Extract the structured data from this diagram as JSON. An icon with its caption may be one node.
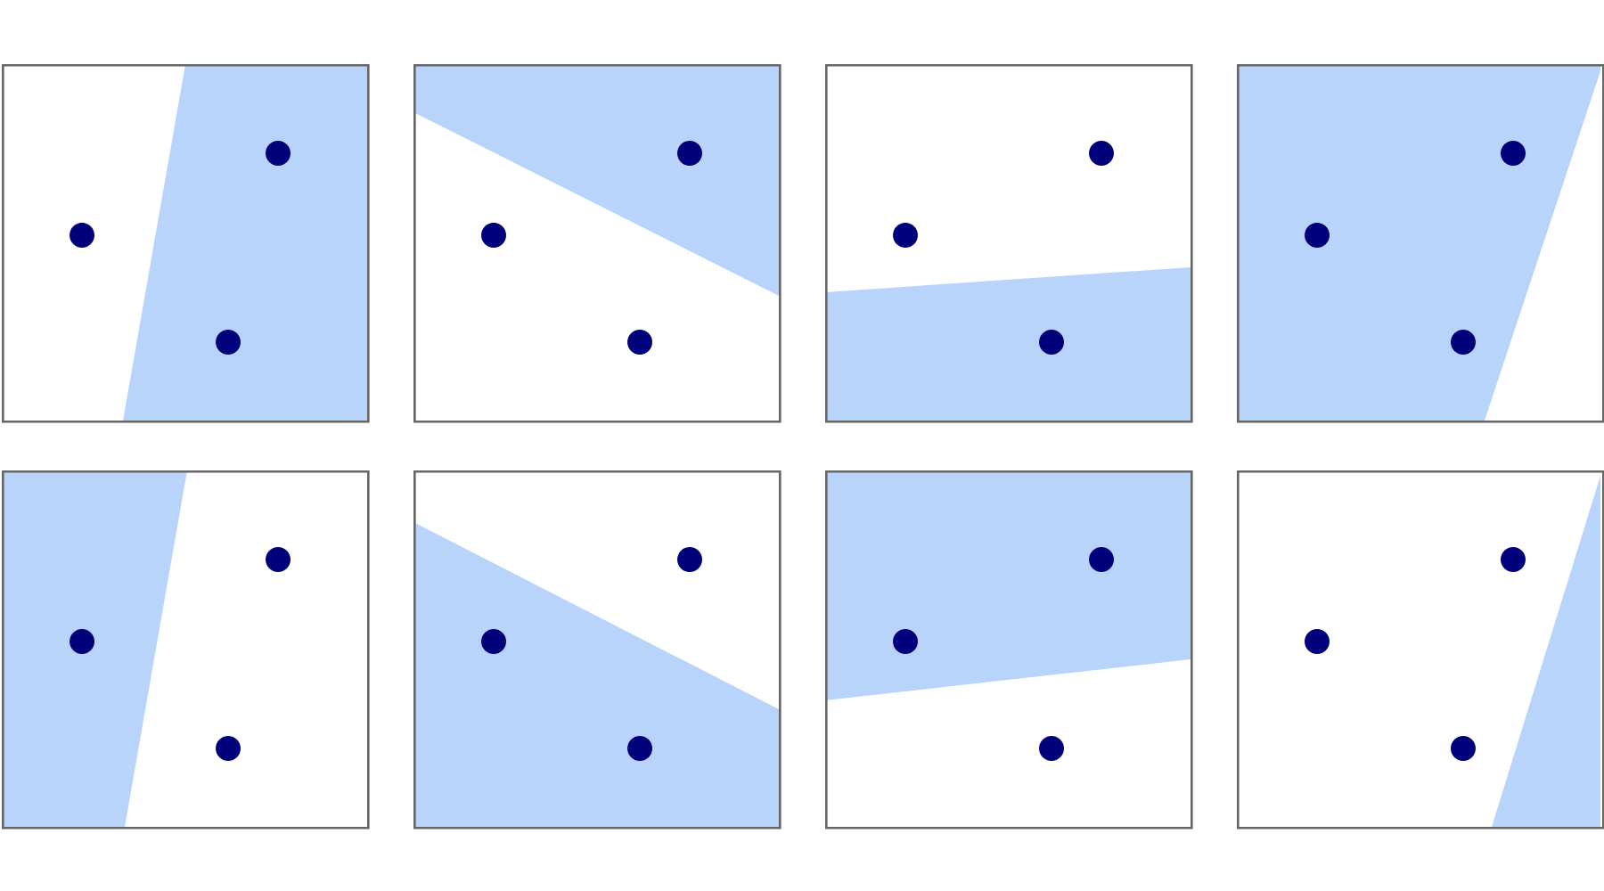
{
  "diagram": {
    "nodes": [
      {
        "text": [],
        "shape": "box"
      },
      {
        "text": [],
        "shape": "circle",
        "in": 0
      },
      {
        "text": [],
        "shape": "circle",
        "in": 0
      },
      {
        "text": [],
        "shape": "circle",
        "in": 0
      },
      {
        "text": [],
        "shape": "box"
      },
      {
        "text": [],
        "shape": "circle",
        "in": 4
      },
      {
        "text": [],
        "shape": "circle",
        "in": 4
      },
      {
        "text": [],
        "shape": "circle",
        "in": 4
      },
      {
        "text": [],
        "shape": "box"
      },
      {
        "text": [],
        "shape": "circle",
        "in": 8
      },
      {
        "text": [],
        "shape": "circle",
        "in": 8
      },
      {
        "text": [],
        "shape": "circle",
        "in": 8
      },
      {
        "text": [],
        "shape": "box"
      },
      {
        "text": [],
        "shape": "circle",
        "in": 12
      },
      {
        "text": [],
        "shape": "circle",
        "in": 12
      },
      {
        "text": [],
        "shape": "circle",
        "in": 12
      },
      {
        "text": [],
        "shape": "box"
      },
      {
        "text": [],
        "shape": "circle",
        "in": 16
      },
      {
        "text": [],
        "shape": "circle",
        "in": 16
      },
      {
        "text": [],
        "shape": "circle",
        "in": 16
      },
      {
        "text": [],
        "shape": "box"
      },
      {
        "text": [],
        "shape": "circle",
        "in": 20
      },
      {
        "text": [],
        "shape": "circle",
        "in": 20
      },
      {
        "text": [],
        "shape": "circle",
        "in": 20
      },
      {
        "text": [],
        "shape": "box"
      },
      {
        "text": [],
        "shape": "circle",
        "in": 24
      },
      {
        "text": [],
        "shape": "circle",
        "in": 24
      },
      {
        "text": [],
        "shape": "circle",
        "in": 24
      },
      {
        "text": [],
        "shape": "box"
      },
      {
        "text": [],
        "shape": "circle",
        "in": 28
      },
      {
        "text": [],
        "shape": "circle",
        "in": 28
      },
      {
        "text": [],
        "shape": "circle",
        "in": 28
      }
    ]
  }
}
